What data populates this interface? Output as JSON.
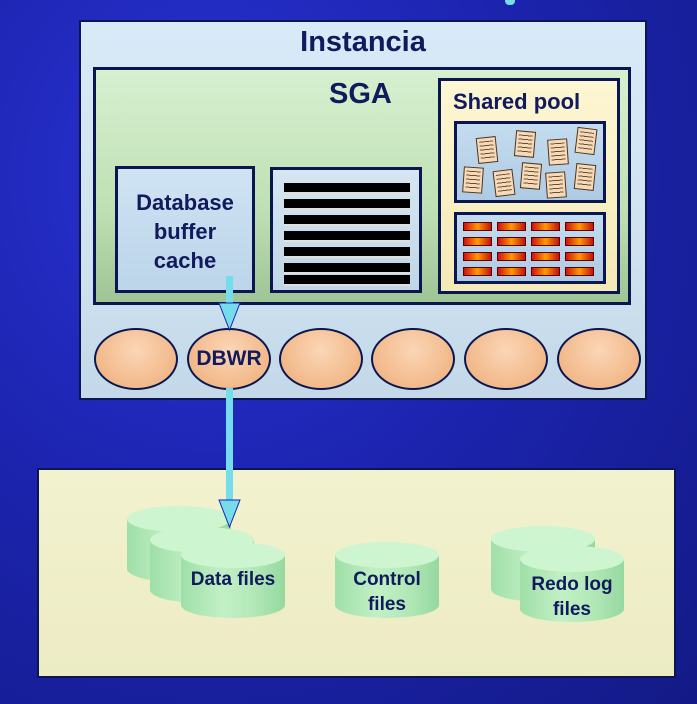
{
  "instance": {
    "title": "Instancia"
  },
  "sga": {
    "title": "SGA",
    "database_buffer_cache": {
      "lines": [
        "Database",
        "buffer",
        "cache"
      ]
    },
    "shared_pool": {
      "title": "Shared pool"
    }
  },
  "processes": {
    "dbwr_label": "DBWR"
  },
  "files": {
    "data_files": "Data files",
    "control_files": [
      "Control",
      "files"
    ],
    "redo_log_files": [
      "Redo log",
      "files"
    ]
  },
  "colors": {
    "background": "#1c24b0",
    "border": "#0b1650",
    "arrow": "#74dcea",
    "process_fill": "#f2b98a",
    "cylinder_fill": "#b2e8b7"
  }
}
